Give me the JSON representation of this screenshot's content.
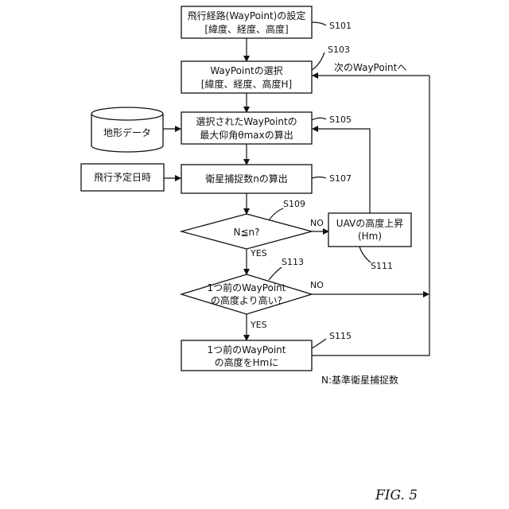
{
  "steps": {
    "s101": {
      "line1": "飛行経路(WayPoint)の設定",
      "line2": "[緯度、経度、高度]",
      "id": "S101"
    },
    "s103": {
      "line1": "WayPointの選択",
      "line2": "[緯度、経度、高度H]",
      "id": "S103"
    },
    "s105": {
      "line1": "選択されたWayPointの",
      "line2": "最大仰角θmaxの算出",
      "id": "S105"
    },
    "s107": {
      "line1": "衛星捕捉数nの算出",
      "id": "S107"
    },
    "s109": {
      "line1": "N≦n?",
      "id": "S109"
    },
    "s111": {
      "line1": "UAVの高度上昇",
      "line2": "(Hm)",
      "id": "S111"
    },
    "s113": {
      "line1": "1つ前のWayPoint",
      "line2": "の高度より高い?",
      "id": "S113"
    },
    "s115": {
      "line1": "1つ前のWayPoint",
      "line2": "の高度をHmに",
      "id": "S115"
    }
  },
  "inputs": {
    "terrain": "地形データ",
    "schedule": "飛行予定日時"
  },
  "labels": {
    "next": "次のWayPointへ",
    "no": "NO",
    "yes": "YES",
    "legend": "N:基準衛星捕捉数"
  },
  "figure_label": "FIG. 5"
}
